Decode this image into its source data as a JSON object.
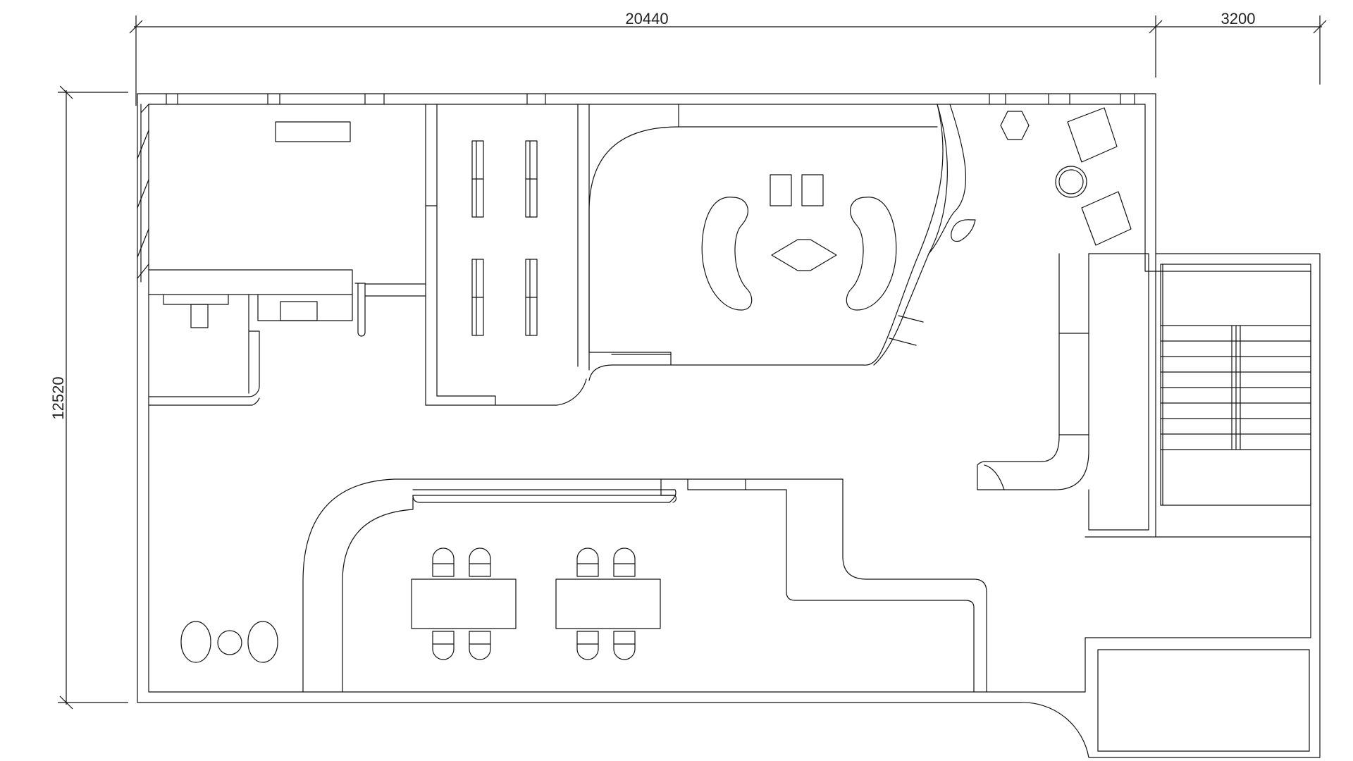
{
  "dimensions": {
    "top_main": "20440",
    "top_right": "3200",
    "left_height": "12520"
  },
  "colors": {
    "line": "#111111",
    "background": "#ffffff"
  }
}
